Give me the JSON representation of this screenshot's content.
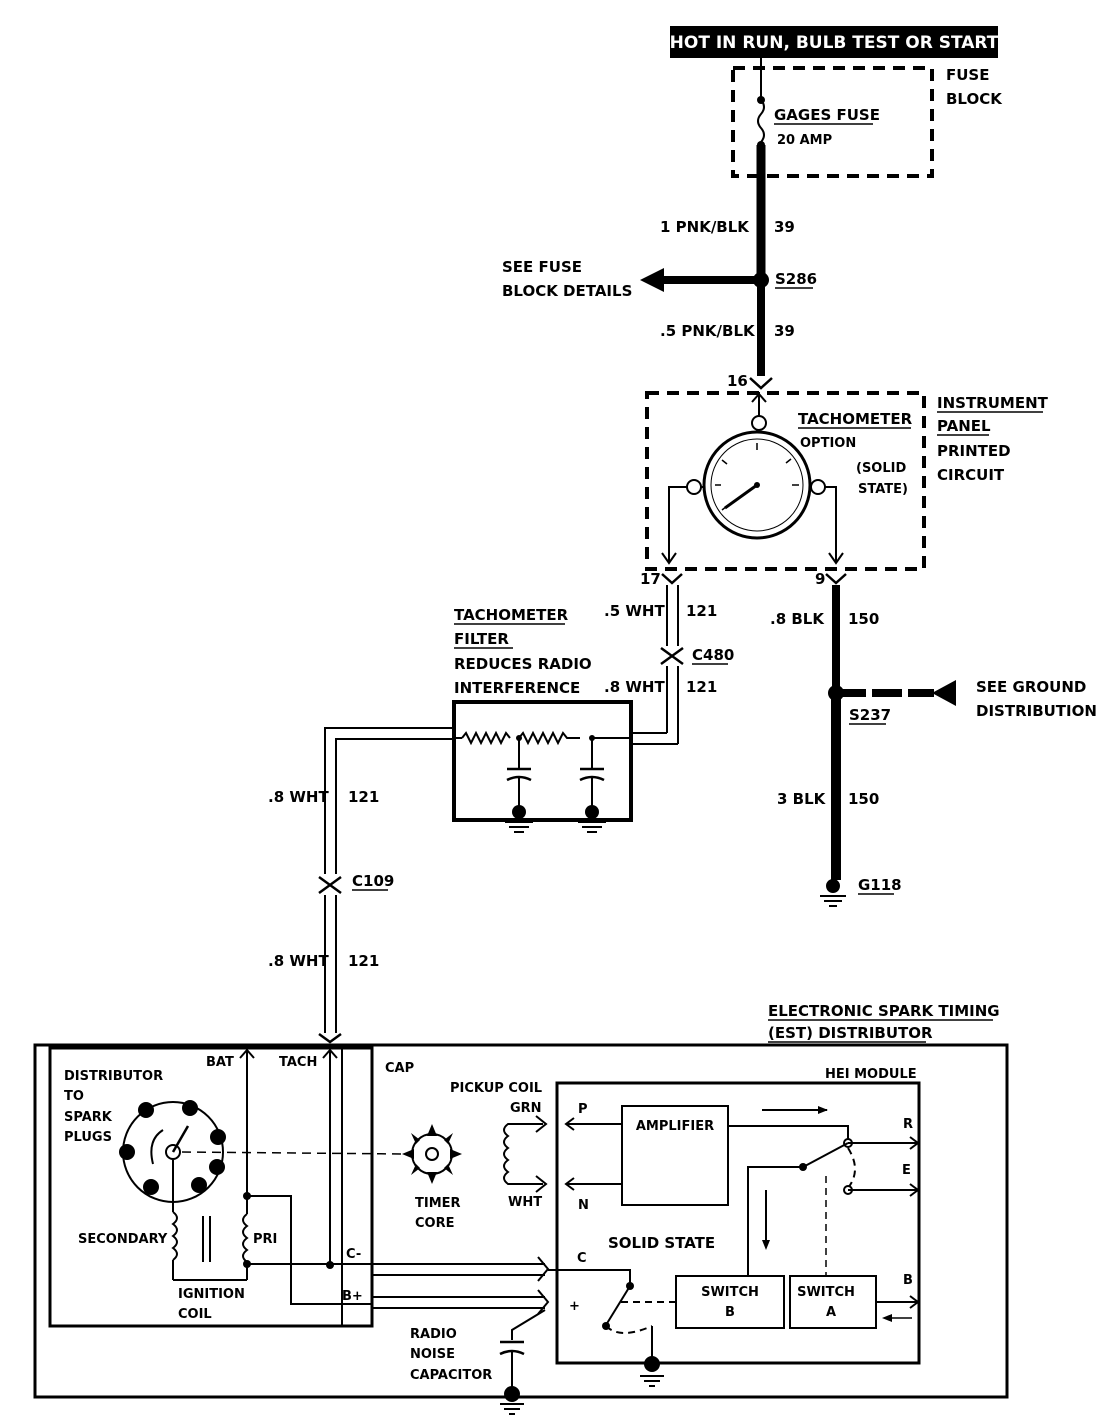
{
  "header": {
    "hot_label": "HOT IN RUN, BULB TEST OR START"
  },
  "fuse_block": {
    "label_1": "FUSE",
    "label_2": "BLOCK",
    "fuse_name": "GAGES FUSE",
    "fuse_rating": "20 AMP"
  },
  "wires": {
    "w1_size_color": "1 PNK/BLK",
    "w1_circuit": "39",
    "w2_size_color": ".5 PNK/BLK",
    "w2_circuit": "39",
    "w3_size_color": ".5 WHT",
    "w3_circuit": "121",
    "w4_size_color": ".8 WHT",
    "w4_circuit": "121",
    "w5_size_color": ".8 WHT",
    "w5_circuit": "121",
    "w6_size_color": ".8 WHT",
    "w6_circuit": "121",
    "w7_size_color": ".8 BLK",
    "w7_circuit": "150",
    "w8_size_color": "3 BLK",
    "w8_circuit": "150"
  },
  "splices": {
    "s286": "S286",
    "s237": "S237"
  },
  "connectors": {
    "c480": "C480",
    "c109": "C109"
  },
  "grounds": {
    "g118": "G118"
  },
  "references": {
    "fuse_details_1": "SEE FUSE",
    "fuse_details_2": "BLOCK DETAILS",
    "ground_dist_1": "SEE GROUND",
    "ground_dist_2": "DISTRIBUTION"
  },
  "instrument_panel": {
    "label_1": "INSTRUMENT",
    "label_2": "PANEL",
    "label_3": "PRINTED",
    "label_4": "CIRCUIT",
    "tach_title": "TACHOMETER",
    "tach_option": "OPTION",
    "solid_1": "(SOLID",
    "solid_2": "STATE)",
    "pin_16": "16",
    "pin_17": "17",
    "pin_9": "9"
  },
  "tach_filter": {
    "title_1": "TACHOMETER",
    "title_2": "FILTER",
    "desc_1": "REDUCES RADIO",
    "desc_2": "INTERFERENCE"
  },
  "distributor": {
    "title_1": "ELECTRONIC SPARK TIMING",
    "title_2": "(EST) DISTRIBUTOR",
    "bat": "BAT",
    "tach": "TACH",
    "cap": "CAP",
    "dist_1": "DISTRIBUTOR",
    "dist_2": "TO",
    "dist_3": "SPARK",
    "dist_4": "PLUGS",
    "secondary": "SECONDARY",
    "pri": "PRI",
    "coil_1": "IGNITION",
    "coil_2": "COIL",
    "c_minus": "C-",
    "b_plus": "B+",
    "pickup_coil": "PICKUP COIL",
    "grn": "GRN",
    "wht": "WHT",
    "timer_1": "TIMER",
    "timer_2": "CORE",
    "radio_1": "RADIO",
    "radio_2": "NOISE",
    "radio_3": "CAPACITOR"
  },
  "hei_module": {
    "title": "HEI MODULE",
    "amplifier": "AMPLIFIER",
    "solid_state": "SOLID STATE",
    "switch_b_1": "SWITCH",
    "switch_b_2": "B",
    "switch_a_1": "SWITCH",
    "switch_a_2": "A",
    "p": "P",
    "n": "N",
    "c": "C",
    "plus": "+",
    "r": "R",
    "e": "E",
    "b": "B"
  }
}
